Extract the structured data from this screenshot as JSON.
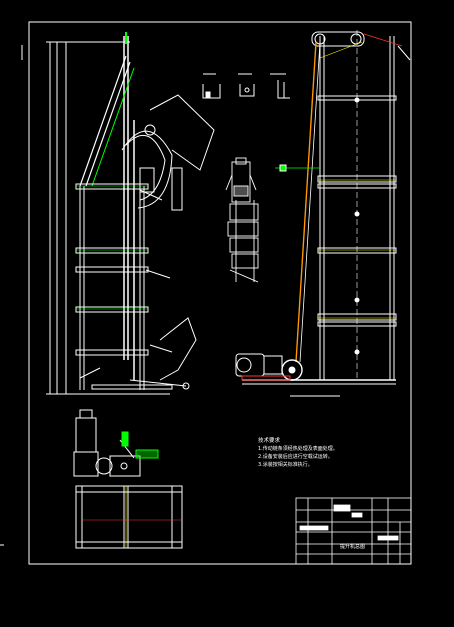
{
  "drawing": {
    "background": "#000000",
    "line_color": "#ffffff",
    "accent_green": "#00ff00",
    "accent_orange": "#ff9900",
    "accent_yellow": "#ffff00",
    "accent_red": "#ff3333"
  },
  "views": {
    "left_elevation": {
      "callouts": [
        "",
        "",
        "",
        ""
      ]
    },
    "right_elevation": {
      "callouts": [
        "",
        ""
      ]
    },
    "plan_view": {},
    "detail_sections": {
      "labels": [
        "",
        "",
        ""
      ]
    }
  },
  "notes": {
    "lines": [
      "技术要求",
      "1.传动链条须经热处理及表面处理。",
      "2.设备安装后应进行空载试运转。",
      "3.涂装按相关标准执行。"
    ]
  },
  "title_block": {
    "drawing_name": "提升机总图",
    "cells": [
      "",
      "",
      "",
      "",
      "",
      ""
    ]
  }
}
